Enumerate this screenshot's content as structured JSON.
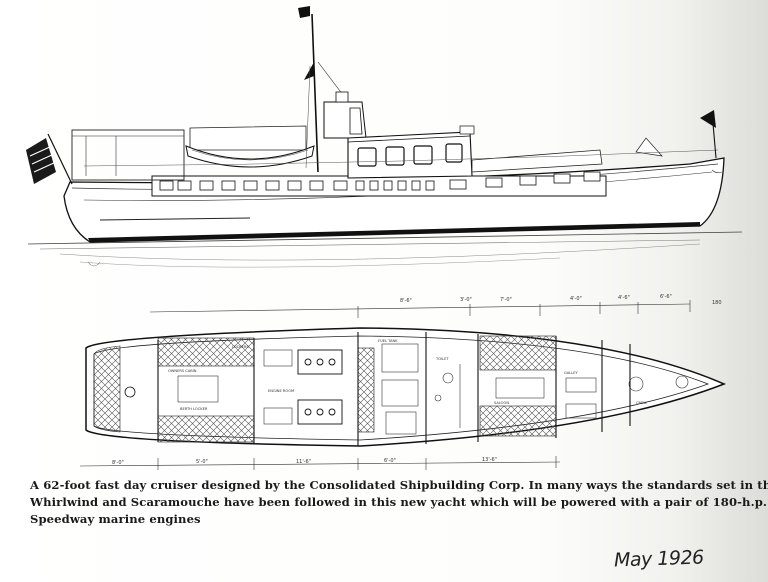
{
  "caption": {
    "line1": "A 62-foot fast day cruiser designed by the Consolidated Shipbuilding Corp. In many ways the standards set in their",
    "line2": "Whirlwind and Scaramouche have been followed in this new yacht which will be powered with a pair of 180-h.p.",
    "line3": "Speedway marine engines"
  },
  "handwritten_note": "May 1926",
  "plan_labels": {
    "lockers": "LOCKERS",
    "owners_cabin": "OWNERS CABIN",
    "berth_locker": "BERTH LOCKER",
    "engine_room": "ENGINE ROOM",
    "fuel_tank": "FUEL TANK",
    "toilet": "TOILET",
    "saloon": "SALOON",
    "galley": "GALLEY",
    "crew": "CREW"
  },
  "dimensions": {
    "top": [
      "8'-6\"",
      "3'-0\"",
      "7'-0\"",
      "4'-0\"",
      "4'-6\"",
      "6'-6\""
    ],
    "bottom": [
      "8'-0\"",
      "5'-0\"",
      "11'-6\"",
      "6'-0\"",
      "13'-6\""
    ]
  }
}
